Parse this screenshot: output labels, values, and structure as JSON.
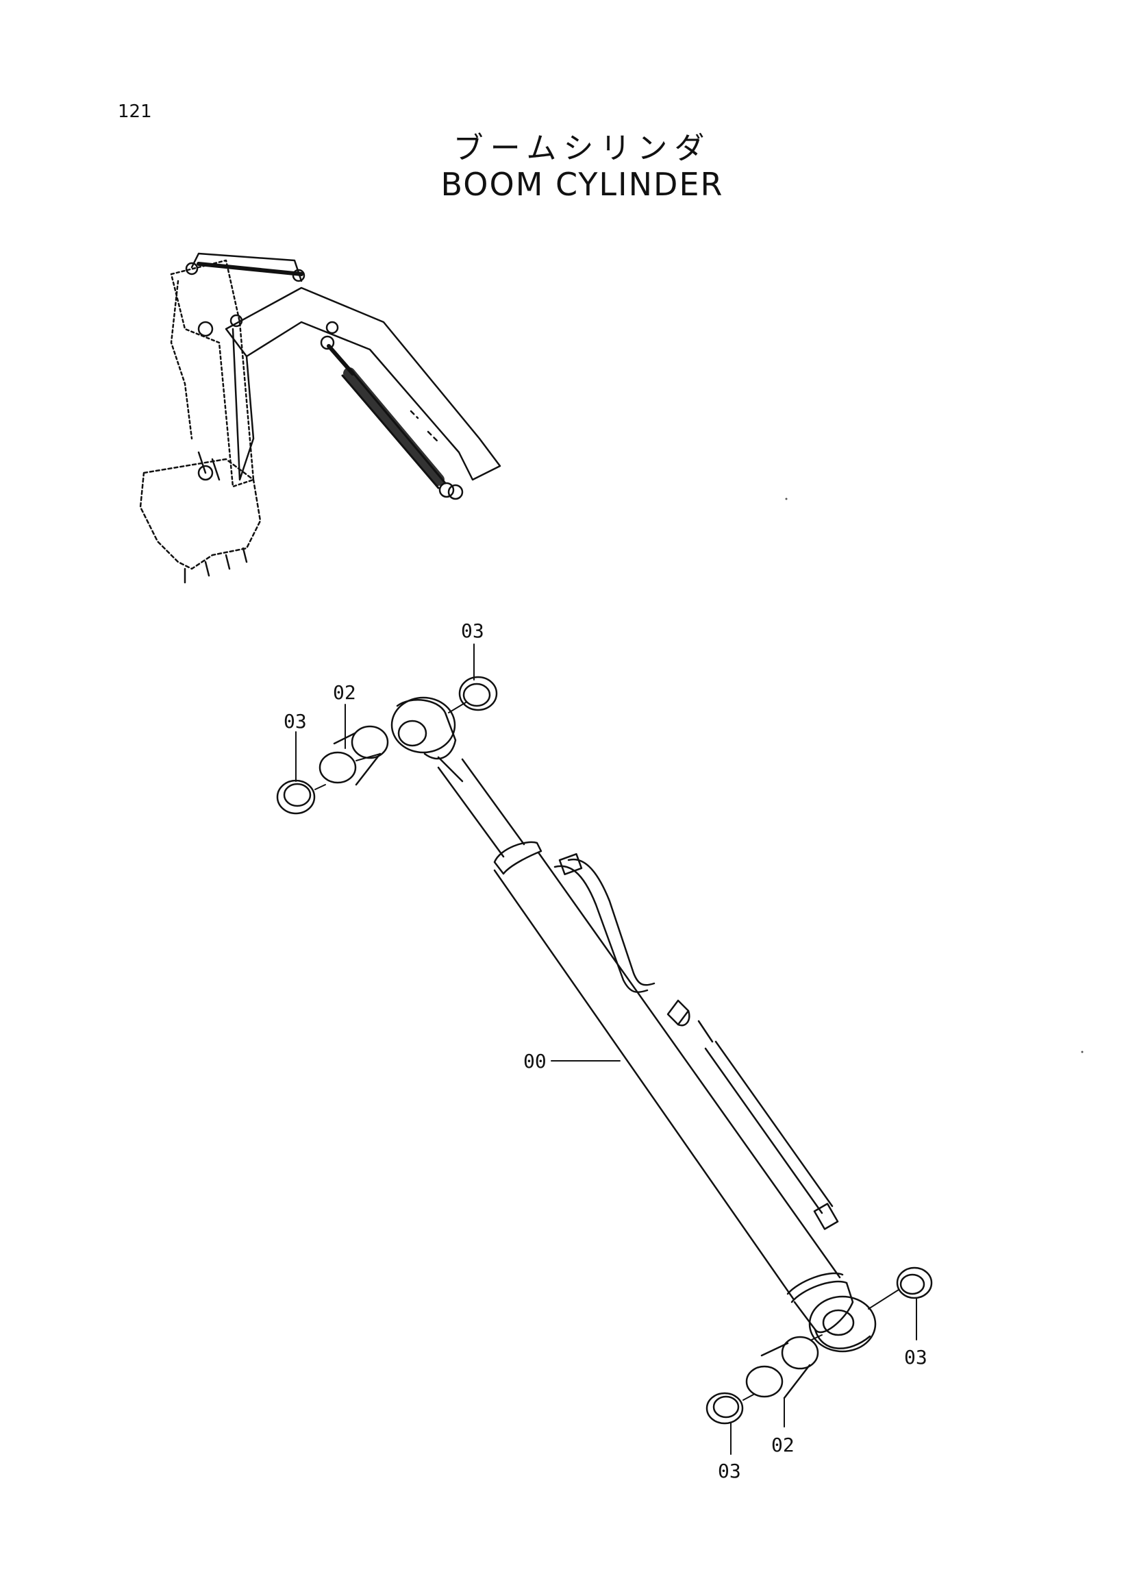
{
  "page": {
    "number": "121",
    "title_jp": "ブームシリンダ",
    "title_en": "BOOM CYLINDER"
  },
  "callouts": [
    {
      "id": "c03-top",
      "label": "03"
    },
    {
      "id": "c02-top",
      "label": "02"
    },
    {
      "id": "c03-left",
      "label": "03"
    },
    {
      "id": "c00",
      "label": "00"
    },
    {
      "id": "c03-right",
      "label": "03"
    },
    {
      "id": "c02-bottom",
      "label": "02"
    },
    {
      "id": "c03-bottom",
      "label": "03"
    }
  ]
}
